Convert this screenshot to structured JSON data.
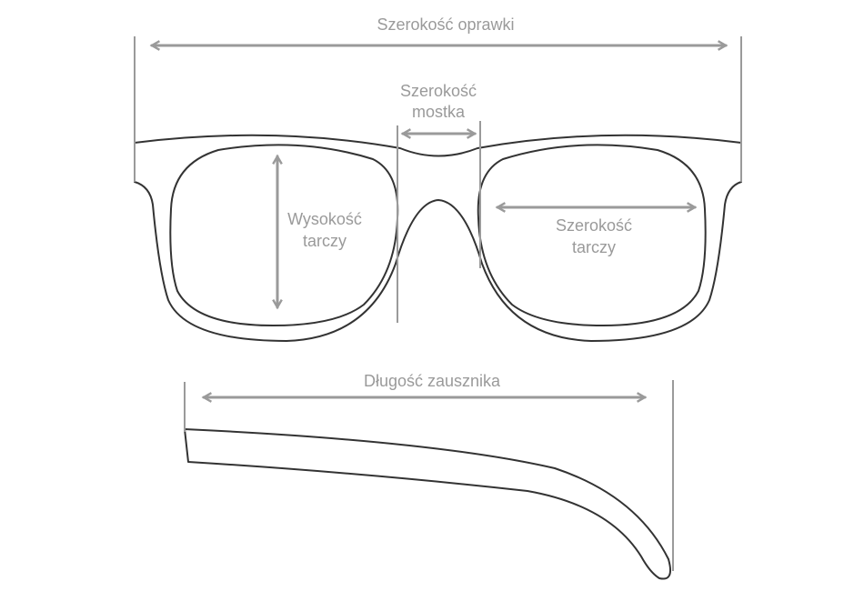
{
  "labels": {
    "frame_width": "Szerokość oprawki",
    "bridge_width_line1": "Szerokość",
    "bridge_width_line2": "mostka",
    "lens_height_line1": "Wysokość",
    "lens_height_line2": "tarczy",
    "lens_width_line1": "Szerokość",
    "lens_width_line2": "tarczy",
    "temple_length": "Długość zausznika"
  },
  "colors": {
    "measure": "#9a9a9a",
    "outline": "#333333"
  }
}
